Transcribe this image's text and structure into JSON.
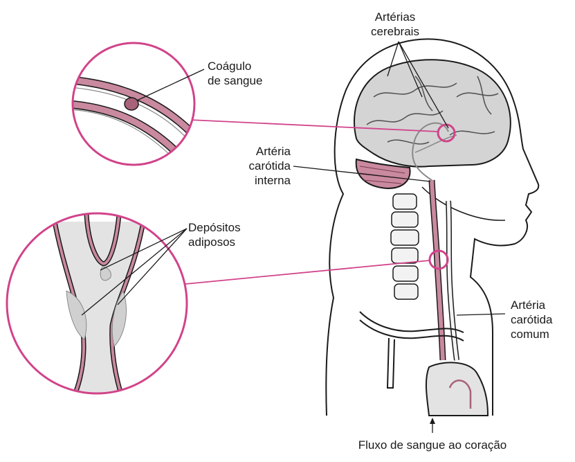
{
  "labels": {
    "cerebral": [
      "Artérias",
      "cerebrais"
    ],
    "clot": [
      "Coágulo",
      "de sangue"
    ],
    "internal_carotid": [
      "Artéria",
      "carótida",
      "interna"
    ],
    "fat_deposits": [
      "Depósitos",
      "adiposos"
    ],
    "common_carotid": [
      "Artéria",
      "carótida",
      "comum"
    ],
    "flow": "Fluxo de sangue ao coração"
  },
  "colors": {
    "artery": "#a8627a",
    "artery_fill": "#c9899e",
    "highlight": "#d1438a",
    "deposit": "#e3e3e3",
    "outline": "#1a1a1a",
    "brain": "#d4d4d4"
  }
}
